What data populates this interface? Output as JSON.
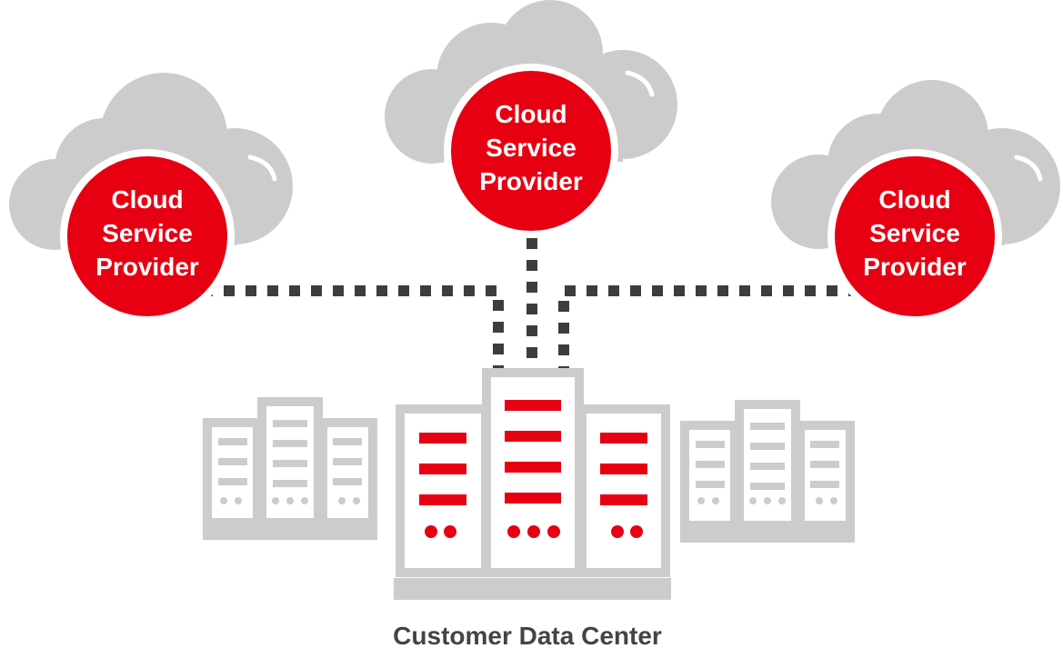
{
  "clouds": [
    {
      "label_lines": [
        "Cloud",
        "Service",
        "Provider"
      ]
    },
    {
      "label_lines": [
        "Cloud",
        "Service",
        "Provider"
      ]
    },
    {
      "label_lines": [
        "Cloud",
        "Service",
        "Provider"
      ]
    }
  ],
  "data_center": {
    "label": "Customer Data Center"
  },
  "colors": {
    "accent": "#e60012",
    "cloud": "#cccccc",
    "connector": "#3d3d3d",
    "caption": "#444444"
  }
}
